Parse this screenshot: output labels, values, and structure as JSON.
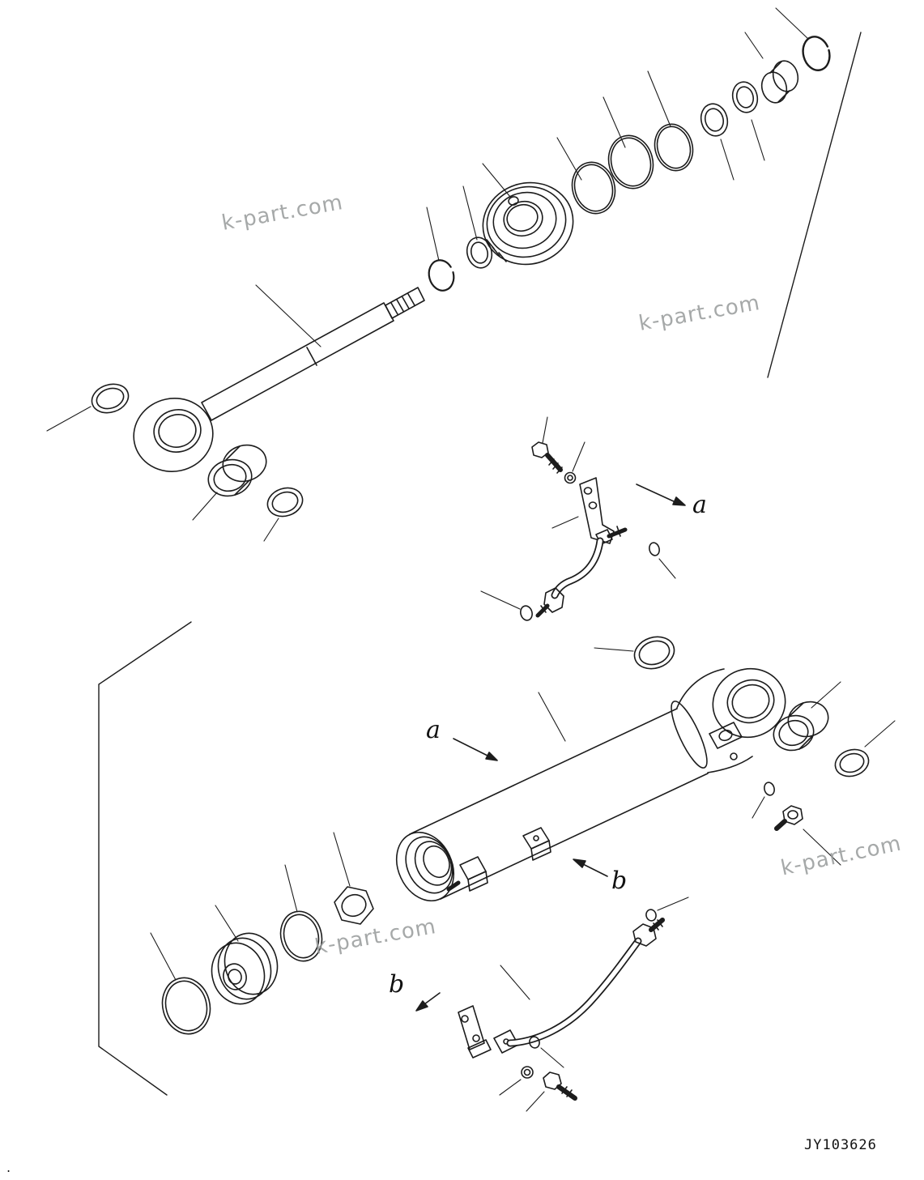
{
  "page": {
    "background": "#ffffff",
    "line_color": "#1c1c1c",
    "watermark_color": "#969a9a"
  },
  "watermarks": [
    {
      "text": "k-part.com"
    },
    {
      "text": "k-part.com"
    },
    {
      "text": "k-part.com"
    },
    {
      "text": "k-part.com"
    }
  ],
  "view_labels": [
    {
      "text": "a"
    },
    {
      "text": "a"
    },
    {
      "text": "b"
    },
    {
      "text": "b"
    }
  ],
  "drawing_number": "JY103626",
  "corner_mark": "."
}
